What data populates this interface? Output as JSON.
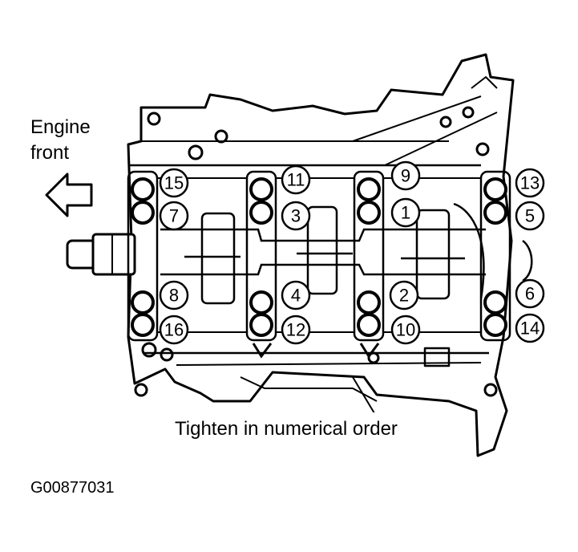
{
  "labels": {
    "engine_front_line1": "Engine",
    "engine_front_line2": "front",
    "instruction": "Tighten in numerical order",
    "figure_id": "G00877031"
  },
  "bolts": [
    {
      "id": "b15",
      "label": "15"
    },
    {
      "id": "b7",
      "label": "7"
    },
    {
      "id": "b8",
      "label": "8"
    },
    {
      "id": "b16",
      "label": "16"
    },
    {
      "id": "b11",
      "label": "11"
    },
    {
      "id": "b3",
      "label": "3"
    },
    {
      "id": "b4",
      "label": "4"
    },
    {
      "id": "b12",
      "label": "12"
    },
    {
      "id": "b9",
      "label": "9"
    },
    {
      "id": "b1",
      "label": "1"
    },
    {
      "id": "b2",
      "label": "2"
    },
    {
      "id": "b10",
      "label": "10"
    },
    {
      "id": "b13",
      "label": "13"
    },
    {
      "id": "b5",
      "label": "5"
    },
    {
      "id": "b6",
      "label": "6"
    },
    {
      "id": "b14",
      "label": "14"
    }
  ]
}
